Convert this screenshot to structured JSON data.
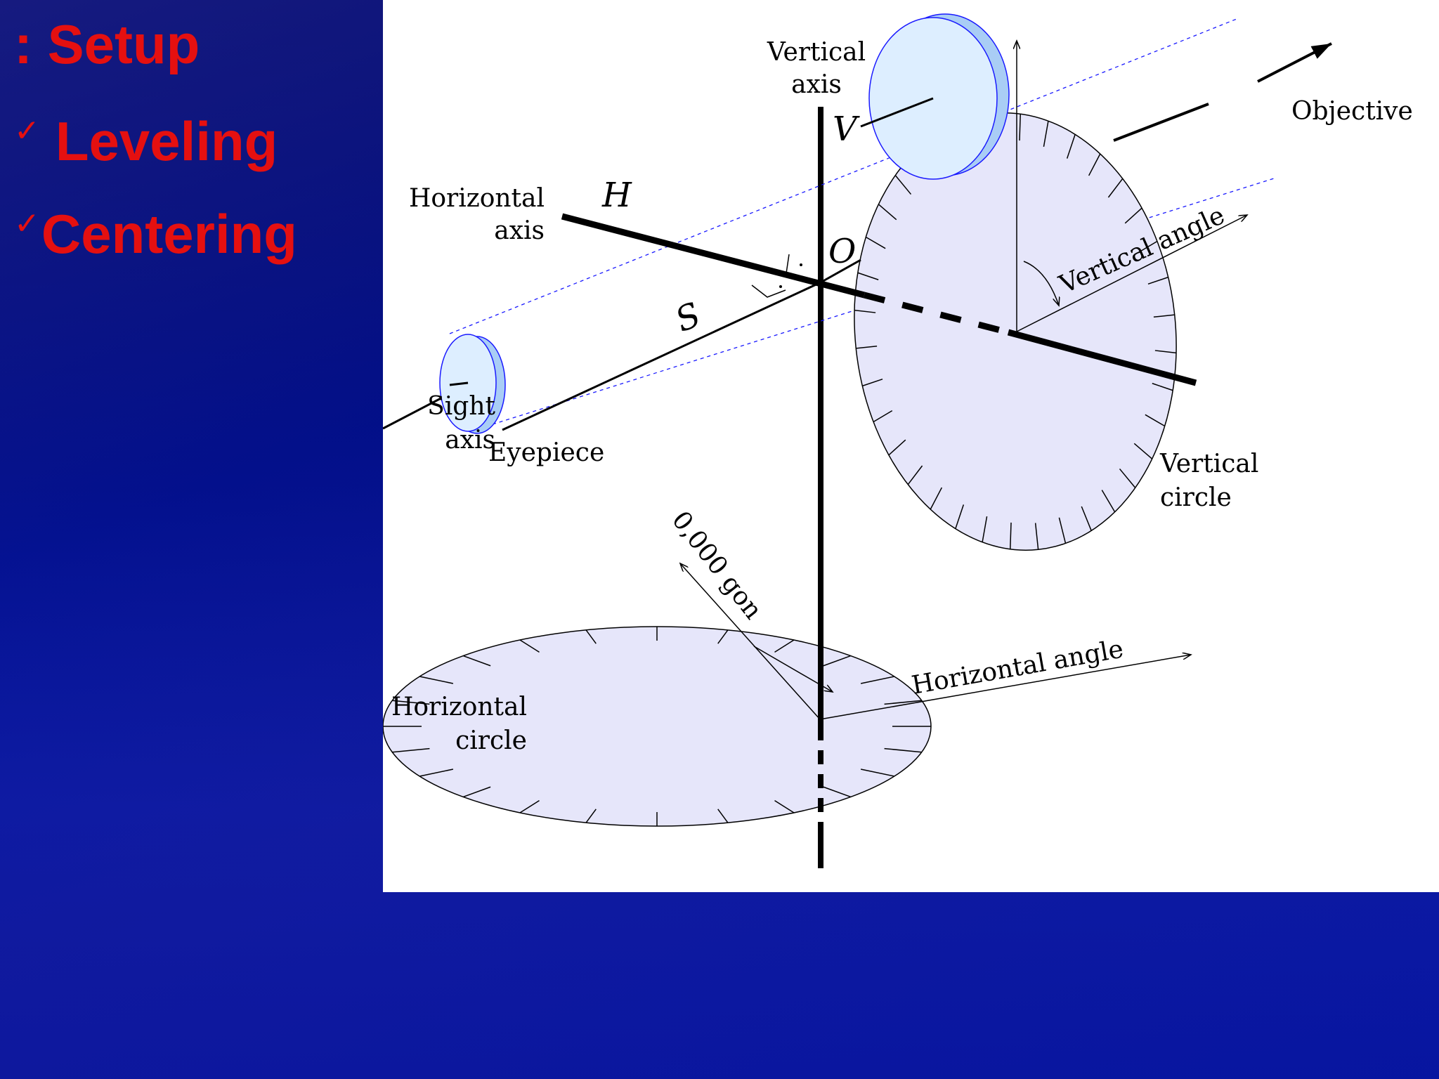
{
  "slide": {
    "title": ": Setup",
    "check_glyph": "✓",
    "items": [
      {
        "label": "Leveling"
      },
      {
        "label": "Centering"
      }
    ]
  },
  "diagram": {
    "labels": {
      "vertical_axis": [
        "Vertical",
        "axis"
      ],
      "v": "V",
      "horizontal_axis": [
        "Horizontal",
        "axis"
      ],
      "h": "H",
      "o": "O",
      "s": "S",
      "objective": "Objective",
      "vertical_angle": "Vertical angle",
      "sight_axis": [
        "Sight",
        "axis"
      ],
      "eyepiece": "Eyepiece",
      "vertical_circle": [
        "Vertical",
        "circle"
      ],
      "zero_gon": "0,000 gon",
      "horizontal_angle": "Horizontal angle",
      "horizontal_circle": [
        "Horizontal",
        "circle"
      ]
    },
    "colors": {
      "disk_fill": "#e6e6fa",
      "lens_fill": "#ddeeff",
      "lens_rim": "#a9cdf5",
      "lens_stroke": "#1a1aff",
      "dotted_lines": "#1a1aff",
      "title_red": "#e51010"
    }
  }
}
